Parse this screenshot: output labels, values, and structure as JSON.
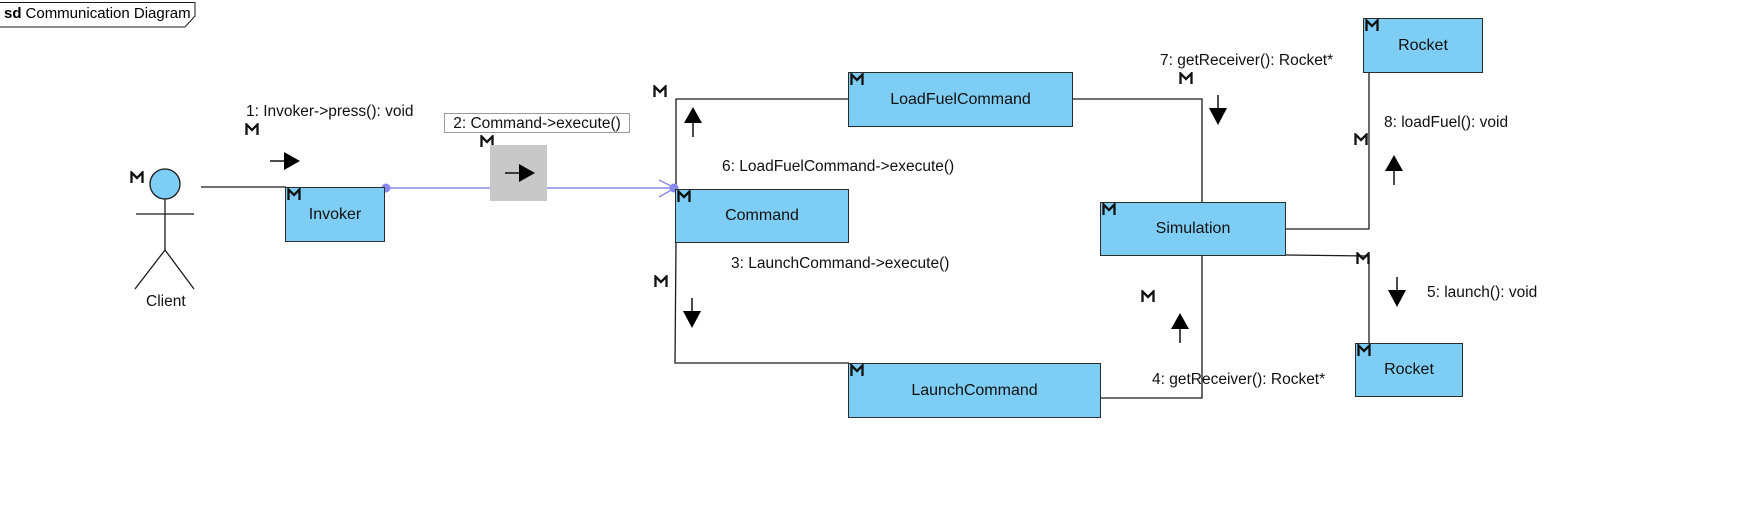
{
  "frame": {
    "kind": "sd",
    "title": "Communication Diagram"
  },
  "actor": {
    "name": "Client"
  },
  "objects": {
    "invoker": "Invoker",
    "command": "Command",
    "load_fuel_command": "LoadFuelCommand",
    "launch_command": "LaunchCommand",
    "simulation": "Simulation",
    "rocket_top": "Rocket",
    "rocket_bottom": "Rocket"
  },
  "messages": {
    "m1": "1: Invoker->press(): void",
    "m2": "2: Command->execute()",
    "m3": "3: LaunchCommand->execute()",
    "m4": "4: getReceiver(): Rocket*",
    "m5": "5: launch(): void",
    "m6": "6: LoadFuelCommand->execute()",
    "m7": "7: getReceiver(): Rocket*",
    "m8": "8: loadFuel(): void"
  },
  "colors": {
    "object_fill": "#7dcdf4",
    "selection": "#8a8aee",
    "line": "#1a1a1a"
  },
  "icons": {
    "model_marker": "m-letter-icon",
    "direction": "filled-triangle-arrow-icon"
  }
}
